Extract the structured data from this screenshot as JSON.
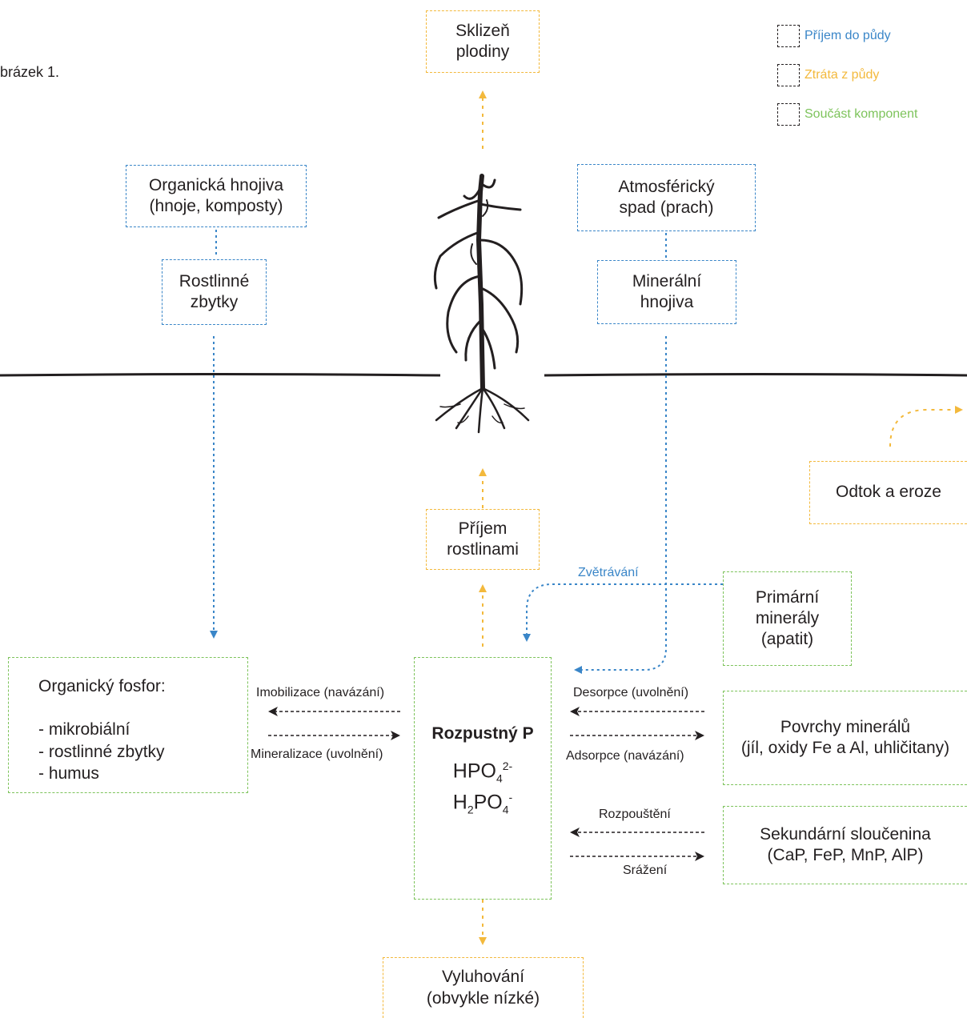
{
  "caption": "brázek 1.",
  "legend": [
    {
      "label": "Příjem do půdy",
      "color": "#3a86c8"
    },
    {
      "label": "Ztráta z půdy",
      "color": "#f3b93c"
    },
    {
      "label": "Součást komponent",
      "color": "#7dc35b"
    }
  ],
  "boxes": {
    "harvest": "Sklizeň\nplodiny",
    "organic_fertilizers": "Organická hnojiva\n(hnoje, komposty)",
    "atmospheric": "Atmosférický\nspad (prach)",
    "plant_residues": "Rostlinné\nzbytky",
    "mineral_fertilizers": "Minerální\nhnojiva",
    "runoff": "Odtok a eroze",
    "plant_uptake": "Příjem\nrostlinami",
    "primary_minerals": "Primární\nminerály\n(apatit)",
    "mineral_surfaces": "Povrchy minerálů\n(jíl, oxidy Fe a Al, uhličitany)",
    "secondary_compound": "Sekundární sloučenina\n(CaP, FeP, MnP, AlP)",
    "leaching": "Vyluhování\n(obvykle nízké)"
  },
  "organic_p": {
    "title": "Organický fosfor:",
    "items": [
      "- mikrobiální",
      "- rostlinné zbytky",
      "- humus"
    ]
  },
  "soluble_p": {
    "title": "Rozpustný P",
    "ion1_base": "HPO",
    "ion1_sub": "4",
    "ion1_sup": "2-",
    "ion2_a": "H",
    "ion2_sub1": "2",
    "ion2_b": "PO",
    "ion2_sub2": "4",
    "ion2_sup": "-"
  },
  "process_labels": {
    "weathering": "Zvětrávání",
    "immobilization": "Imobilizace (navázání)",
    "mineralization": "Mineralizace (uvolnění)",
    "desorption": "Desorpce (uvolnění)",
    "adsorption": "Adsorpce (navázání)",
    "dissolution": "Rozpouštění",
    "precipitation": "Srážení"
  }
}
